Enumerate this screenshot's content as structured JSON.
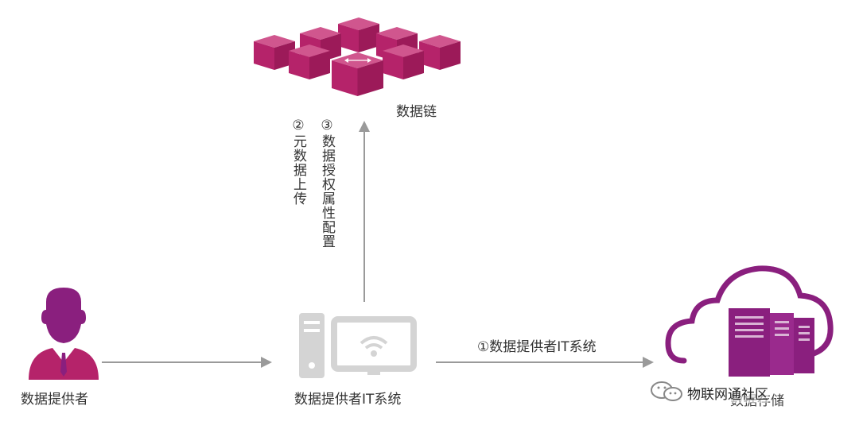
{
  "diagram": {
    "blockchain_label": "数据链",
    "provider_label": "数据提供者",
    "it_system_label": "数据提供者IT系统",
    "storage_label": "数据存储",
    "step1_label": "①数据提供者IT系统",
    "step2_label": "②元数据上传",
    "step3_label": "③数据授权属性配置"
  },
  "watermark": {
    "text": "物联网通社区"
  },
  "colors": {
    "magenta": "#b5236a",
    "purple": "#8a1f7e",
    "gray": "#c9c9c9",
    "arrow": "#999999"
  }
}
